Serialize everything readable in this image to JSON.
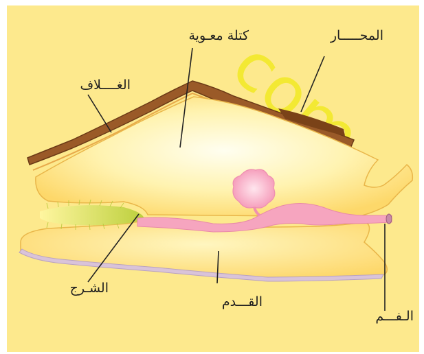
{
  "labels": {
    "shell": "المحـــــار",
    "visceral_mass": "كتلة معـوية",
    "mantle": "الغــــلاف",
    "anus": "الشـرج",
    "foot": "القـــدم",
    "mouth": "الـفـــم"
  },
  "watermark": "com",
  "colors": {
    "background": "#fde98d",
    "body": "#fdd86a",
    "body_highlight": "#fffde0",
    "shell": "#9a5a28",
    "intestine": "#f6a5bf",
    "heart": "#f9a8c4",
    "foot_edge": "#d9c3d9",
    "gill": "#c9d84a",
    "line": "#222222"
  }
}
